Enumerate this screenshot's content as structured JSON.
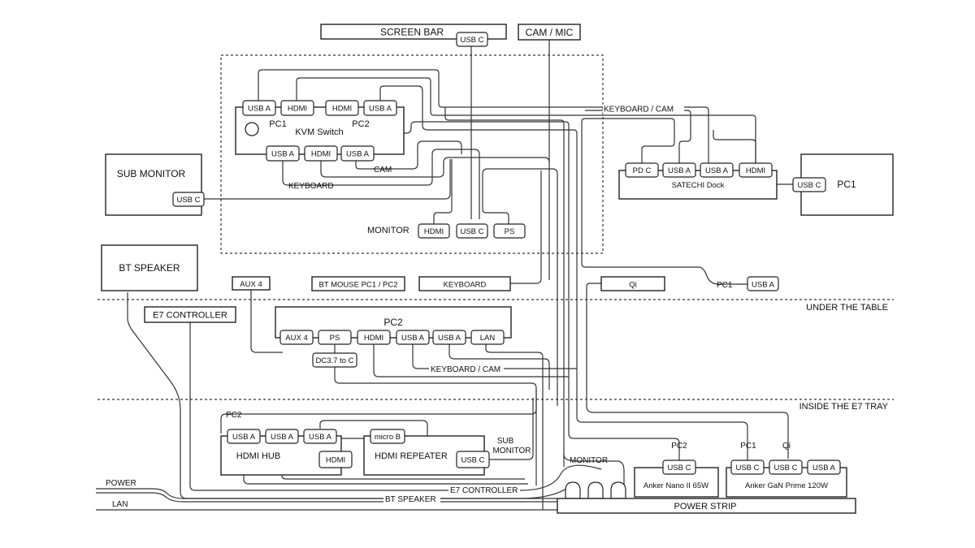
{
  "devices": {
    "screen_bar": "SCREEN BAR",
    "cam_mic": "CAM / MIC",
    "sub_monitor": "SUB MONITOR",
    "bt_speaker": "BT SPEAKER",
    "pc1": "PC1",
    "e7_controller": "E7 CONTROLLER",
    "kvm_switch": "KVM Switch",
    "kvm_pc1": "PC1",
    "kvm_pc2": "PC2",
    "monitor": "MONITOR",
    "satechi_dock": "SATECHI Dock",
    "aux4_top": "AUX 4",
    "bt_mouse": "BT MOUSE PC1 / PC2",
    "keyboard": "KEYBOARD",
    "qi": "Qi",
    "pc2": "PC2",
    "hdmi_hub": "HDMI HUB",
    "hdmi_repeater": "HDMI REPEATER",
    "anker_nano": "Anker Nano II 65W",
    "anker_gan": "Anker GaN Prime 120W",
    "power_strip": "POWER STRIP",
    "dc_adapter": "DC3.7 to C"
  },
  "ports": {
    "usb_a": "USB A",
    "usb_c": "USB C",
    "hdmi": "HDMI",
    "pd_c": "PD C",
    "ps": "PS",
    "aux4": "AUX 4",
    "lan": "LAN",
    "micro_b": "micro B"
  },
  "zones": {
    "under_table": "UNDER THE TABLE",
    "inside_tray": "INSIDE THE E7 TRAY"
  },
  "wire_labels": {
    "keyboard_cam_top": "KEYBOARD / CAM",
    "keyboard_kvm": "KEYBOARD",
    "cam": "CAM",
    "pc1_to_usba": "PC1",
    "keyboard_cam_pc2": "KEYBOARD / CAM",
    "pc2_hub": "PC2",
    "sub_monitor": "SUB\nMONITOR",
    "monitor": "MONITOR",
    "pc2_charger": "PC2",
    "pc1_charger": "PC1",
    "qi_charger": "Qi",
    "power": "POWER",
    "lan": "LAN",
    "e7_controller": "E7 CONTROLLER",
    "bt_speaker": "BT SPEAKER"
  }
}
